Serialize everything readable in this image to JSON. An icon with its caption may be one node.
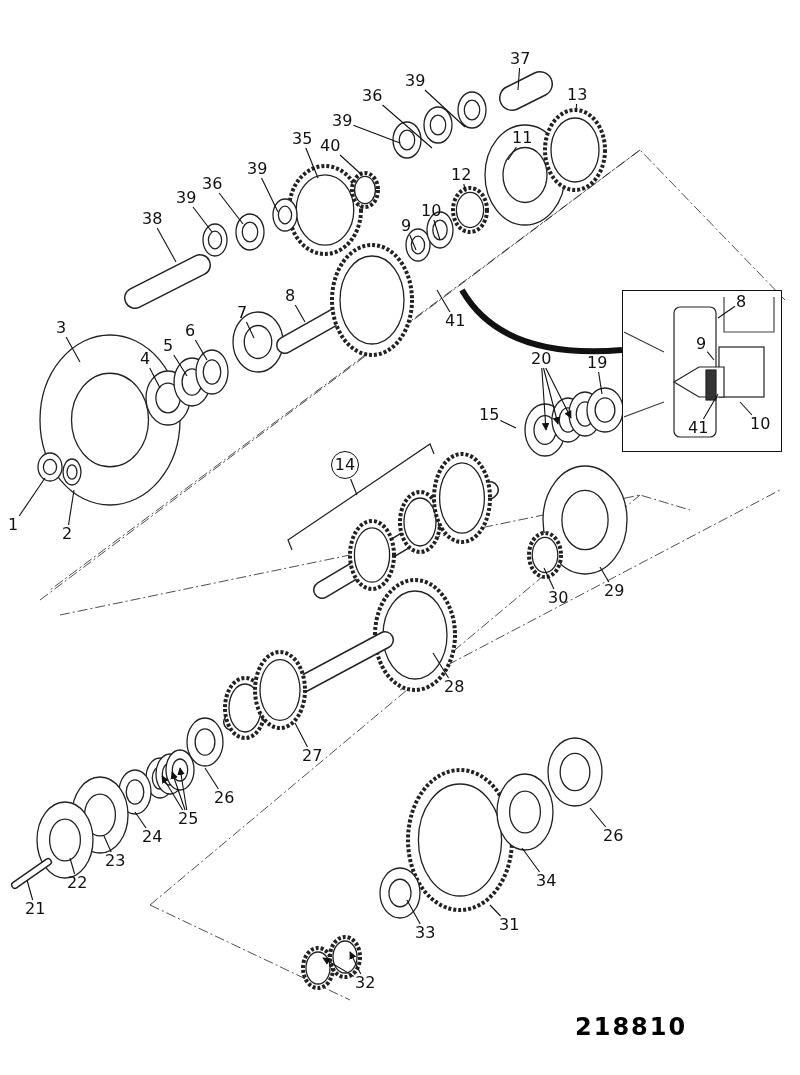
{
  "diagram": {
    "nodes": [
      {
        "text": [
          "37"
        ]
      },
      {
        "text": [
          "39"
        ]
      },
      {
        "text": [
          "36"
        ]
      },
      {
        "text": [
          "13"
        ]
      },
      {
        "text": [
          "11"
        ]
      },
      {
        "text": [
          "39"
        ]
      },
      {
        "text": [
          "35"
        ]
      },
      {
        "text": [
          "40"
        ]
      },
      {
        "text": [
          "39"
        ]
      },
      {
        "text": [
          "36"
        ]
      },
      {
        "text": [
          "39"
        ]
      },
      {
        "text": [
          "12"
        ]
      },
      {
        "text": [
          "10"
        ]
      },
      {
        "text": [
          "9"
        ]
      },
      {
        "text": [
          "38"
        ]
      },
      {
        "text": [
          "8"
        ]
      },
      {
        "text": [
          "7"
        ]
      },
      {
        "text": [
          "41"
        ]
      },
      {
        "text": [
          "3"
        ]
      },
      {
        "text": [
          "6"
        ]
      },
      {
        "text": [
          "5"
        ]
      },
      {
        "text": [
          "4"
        ]
      },
      {
        "text": [],
        "shape": "picture"
      },
      {
        "text": [
          "8"
        ],
        "in": 22
      },
      {
        "text": [
          "9"
        ],
        "in": 22
      },
      {
        "text": [
          "41"
        ],
        "in": 22
      },
      {
        "text": [
          "10"
        ],
        "in": 22
      },
      {
        "text": [
          "19"
        ]
      },
      {
        "text": [
          "20"
        ]
      },
      {
        "text": [
          "15"
        ]
      },
      {
        "text": [
          "14"
        ]
      },
      {
        "text": [
          "1"
        ]
      },
      {
        "text": [
          "2"
        ]
      },
      {
        "text": [
          "29"
        ]
      },
      {
        "text": [
          "30"
        ]
      },
      {
        "text": [
          "28"
        ]
      },
      {
        "text": [
          "27"
        ]
      },
      {
        "text": [
          "26"
        ]
      },
      {
        "text": [
          "25"
        ]
      },
      {
        "text": [
          "24"
        ]
      },
      {
        "text": [
          "23"
        ]
      },
      {
        "text": [
          "22"
        ]
      },
      {
        "text": [
          "21"
        ]
      },
      {
        "text": [
          "26"
        ]
      },
      {
        "text": [
          "34"
        ]
      },
      {
        "text": [
          "33"
        ]
      },
      {
        "text": [
          "31"
        ]
      },
      {
        "text": [
          "32"
        ]
      }
    ],
    "edges": [
      {
        "from": 0,
        "to": null,
        "arrow": "none"
      },
      {
        "from": 1,
        "to": null,
        "arrow": "none"
      },
      {
        "from": 2,
        "to": null,
        "arrow": "none"
      },
      {
        "from": 3,
        "to": null,
        "arrow": "none"
      },
      {
        "from": 4,
        "to": null,
        "arrow": "none"
      },
      {
        "from": 5,
        "to": null,
        "arrow": "none"
      },
      {
        "from": 6,
        "to": null,
        "arrow": "none"
      },
      {
        "from": 7,
        "to": null,
        "arrow": "none"
      },
      {
        "from": 8,
        "to": null,
        "arrow": "none"
      },
      {
        "from": 9,
        "to": null,
        "arrow": "none"
      },
      {
        "from": 10,
        "to": null,
        "arrow": "none"
      },
      {
        "from": 11,
        "to": null,
        "arrow": "none"
      },
      {
        "from": 12,
        "to": null,
        "arrow": "none"
      },
      {
        "from": 13,
        "to": null,
        "arrow": "none"
      },
      {
        "from": 14,
        "to": null,
        "arrow": "none"
      },
      {
        "from": 15,
        "to": null,
        "arrow": "none"
      },
      {
        "from": 16,
        "to": null,
        "arrow": "none"
      },
      {
        "from": 17,
        "to": null,
        "arrow": "none"
      },
      {
        "from": 18,
        "to": null,
        "arrow": "none"
      },
      {
        "from": 19,
        "to": null,
        "arrow": "none"
      },
      {
        "from": 20,
        "to": null,
        "arrow": "none"
      },
      {
        "from": 21,
        "to": null,
        "arrow": "none"
      },
      {
        "from": null,
        "to": 22,
        "arrow": "none",
        "style": "thick"
      },
      {
        "from": 23,
        "to": null,
        "arrow": "none"
      },
      {
        "from": 24,
        "to": null,
        "arrow": "none"
      },
      {
        "from": 25,
        "to": null,
        "arrow": "none"
      },
      {
        "from": 26,
        "to": null,
        "arrow": "none"
      },
      {
        "from": 27,
        "to": null,
        "arrow": "none"
      },
      {
        "from": 28,
        "to": null,
        "arrow": "to"
      },
      {
        "from": 28,
        "to": null,
        "arrow": "to"
      },
      {
        "from": 28,
        "to": null,
        "arrow": "to"
      },
      {
        "from": 29,
        "to": null,
        "arrow": "none"
      },
      {
        "from": 30,
        "to": null,
        "arrow": "none"
      },
      {
        "from": 31,
        "to": null,
        "arrow": "none"
      },
      {
        "from": 32,
        "to": null,
        "arrow": "none"
      },
      {
        "from": 33,
        "to": null,
        "arrow": "none"
      },
      {
        "from": 34,
        "to": null,
        "arrow": "none"
      },
      {
        "from": 35,
        "to": null,
        "arrow": "none"
      },
      {
        "from": 36,
        "to": null,
        "arrow": "none"
      },
      {
        "from": 37,
        "to": null,
        "arrow": "none"
      },
      {
        "from": 38,
        "to": null,
        "arrow": "to"
      },
      {
        "from": 38,
        "to": null,
        "arrow": "to"
      },
      {
        "from": 38,
        "to": null,
        "arrow": "to"
      },
      {
        "from": 39,
        "to": null,
        "arrow": "none"
      },
      {
        "from": 40,
        "to": null,
        "arrow": "none"
      },
      {
        "from": 41,
        "to": null,
        "arrow": "none"
      },
      {
        "from": 42,
        "to": null,
        "arrow": "none"
      },
      {
        "from": 43,
        "to": null,
        "arrow": "none"
      },
      {
        "from": 44,
        "to": null,
        "arrow": "none"
      },
      {
        "from": 45,
        "to": null,
        "arrow": "none"
      },
      {
        "from": 46,
        "to": null,
        "arrow": "none"
      },
      {
        "from": 47,
        "to": null,
        "arrow": "to"
      },
      {
        "from": 47,
        "to": null,
        "arrow": "to"
      }
    ],
    "labels": [
      "218810"
    ]
  }
}
